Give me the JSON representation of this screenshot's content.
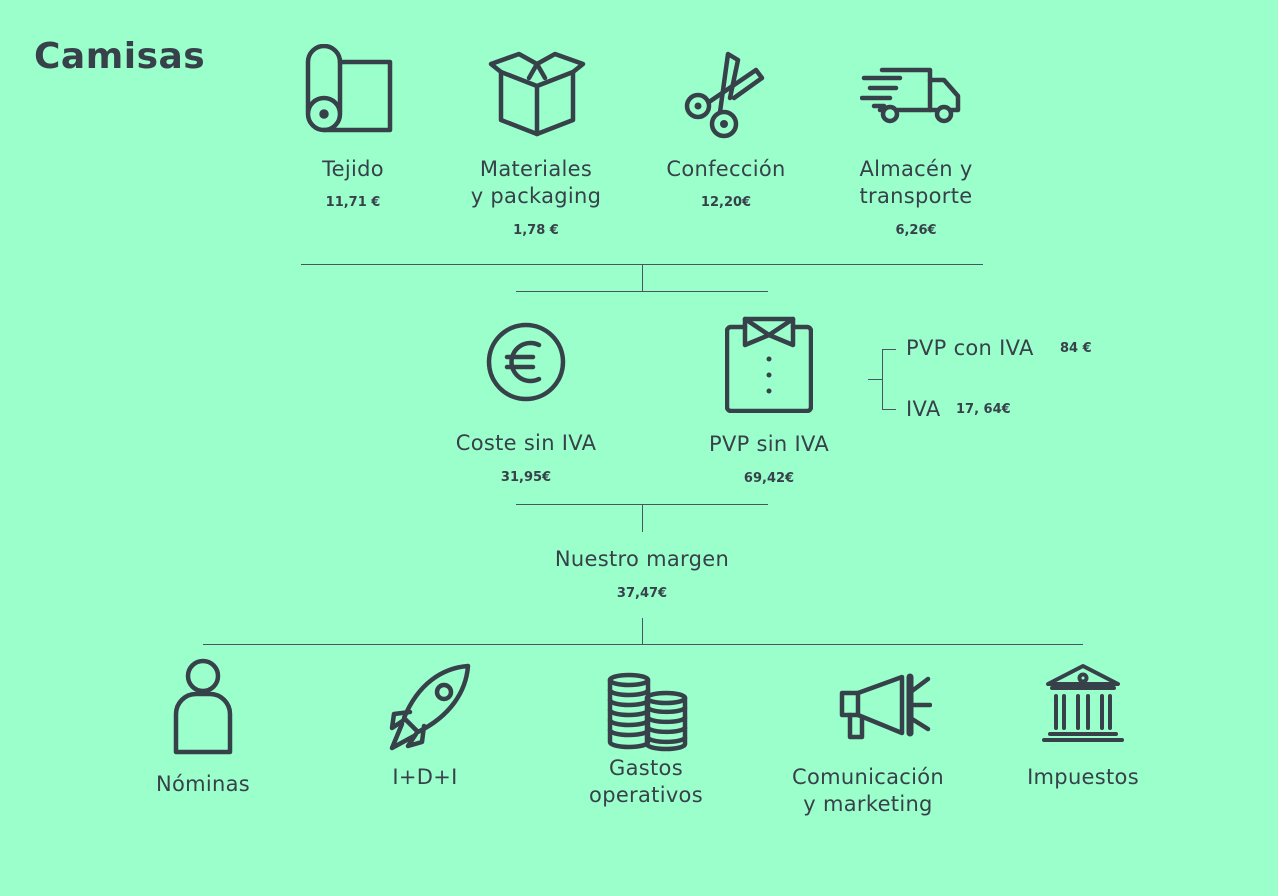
{
  "title": "Camisas",
  "colors": {
    "background": "#9bffcc",
    "ink": "#37414a"
  },
  "costs": [
    {
      "icon": "fabric-roll-icon",
      "label": "Tejido",
      "price": "11,71 €"
    },
    {
      "icon": "box-icon",
      "label": "Materiales\ny packaging",
      "price": "1,78 €"
    },
    {
      "icon": "scissors-icon",
      "label": "Confección",
      "price": "12,20€"
    },
    {
      "icon": "truck-icon",
      "label": "Almacén y\ntransporte",
      "price": "6,26€"
    }
  ],
  "middle": {
    "cost": {
      "icon": "euro-icon",
      "label": "Coste sin IVA",
      "price": "31,95€"
    },
    "pvp": {
      "icon": "shirt-icon",
      "label": "PVP sin IVA",
      "price": "69,42€"
    },
    "pvp_con_iva": {
      "label": "PVP con IVA",
      "price": "84 €"
    },
    "iva": {
      "label": "IVA",
      "price": "17, 64€"
    }
  },
  "margin": {
    "label": "Nuestro margen",
    "price": "37,47€"
  },
  "uses": [
    {
      "icon": "person-icon",
      "label": "Nóminas"
    },
    {
      "icon": "rocket-icon",
      "label": "I+D+I"
    },
    {
      "icon": "coins-icon",
      "label": "Gastos\noperativos"
    },
    {
      "icon": "megaphone-icon",
      "label": "Comunicación\ny marketing"
    },
    {
      "icon": "bank-icon",
      "label": "Impuestos"
    }
  ]
}
